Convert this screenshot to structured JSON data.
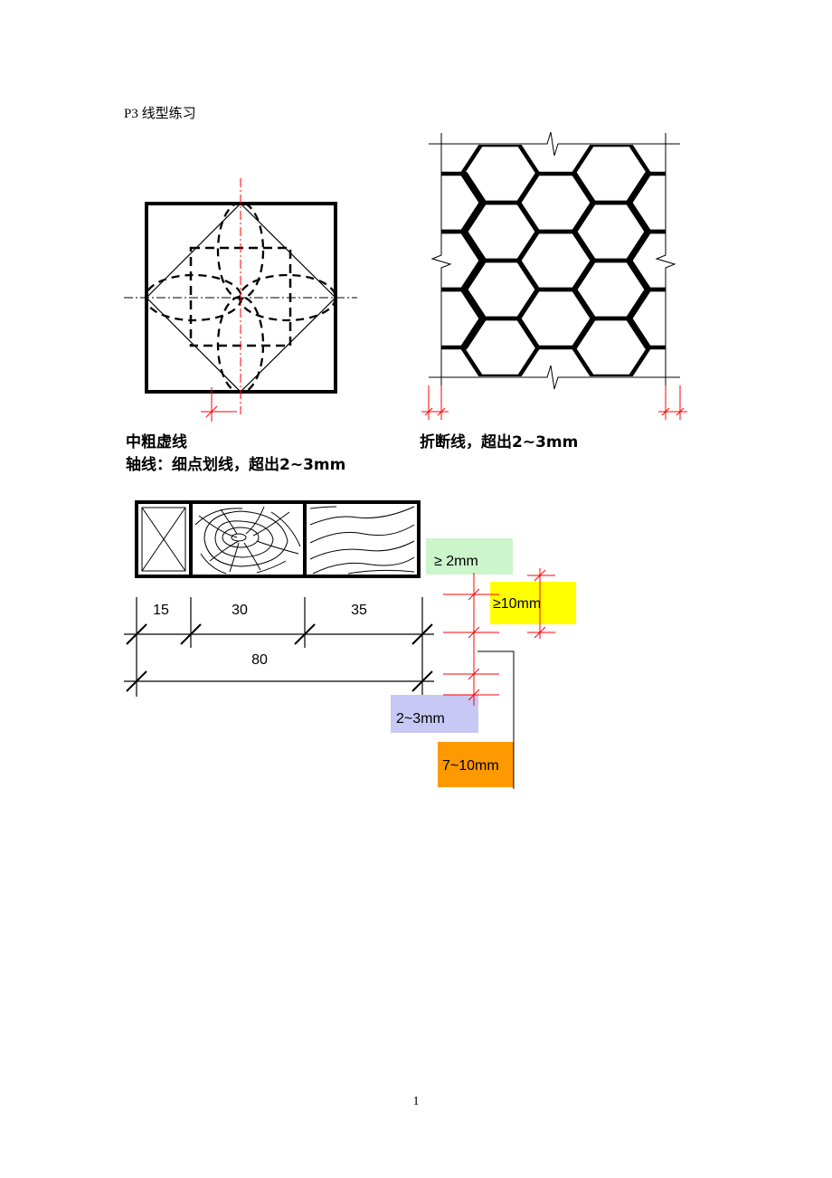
{
  "heading": "P3 线型练习",
  "captions": {
    "dashed_line": "中粗虚线",
    "axis_line": "轴线：细点划线，超出2~3mm",
    "break_line": "折断线，超出2~3mm"
  },
  "dimensions": {
    "d15": "15",
    "d30": "30",
    "d35": "35",
    "d80": "80"
  },
  "notes": {
    "min_2mm": "≥ 2mm",
    "min_10mm": "≥10mm",
    "range_2_3mm": "2~3mm",
    "range_7_10mm": "7~10mm"
  },
  "colors": {
    "note_green": "#ccf5cc",
    "note_yellow": "#ffff00",
    "note_lavender": "#c8c8f5",
    "note_orange": "#ff9900",
    "red_line": "#ff0000"
  },
  "page_number": "1"
}
